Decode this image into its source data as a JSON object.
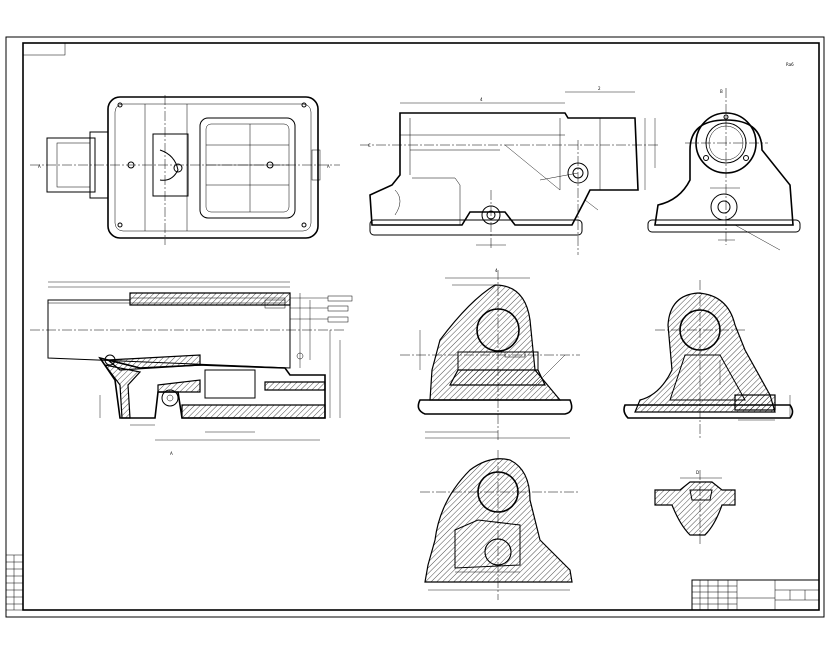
{
  "drawing": {
    "title_block": {
      "cells": [
        "",
        "",
        "",
        "",
        "",
        ""
      ]
    },
    "roughness_note": "Ra6",
    "views": [
      {
        "name": "top-view"
      },
      {
        "name": "front-view"
      },
      {
        "name": "side-view"
      },
      {
        "name": "longitudinal-section"
      },
      {
        "name": "cross-section-a"
      },
      {
        "name": "cross-section-b"
      },
      {
        "name": "cross-section-c"
      },
      {
        "name": "detail-view"
      }
    ],
    "revision_table": {
      "rows": 8
    }
  },
  "colors": {
    "line": "#000000",
    "paper": "#ffffff"
  }
}
